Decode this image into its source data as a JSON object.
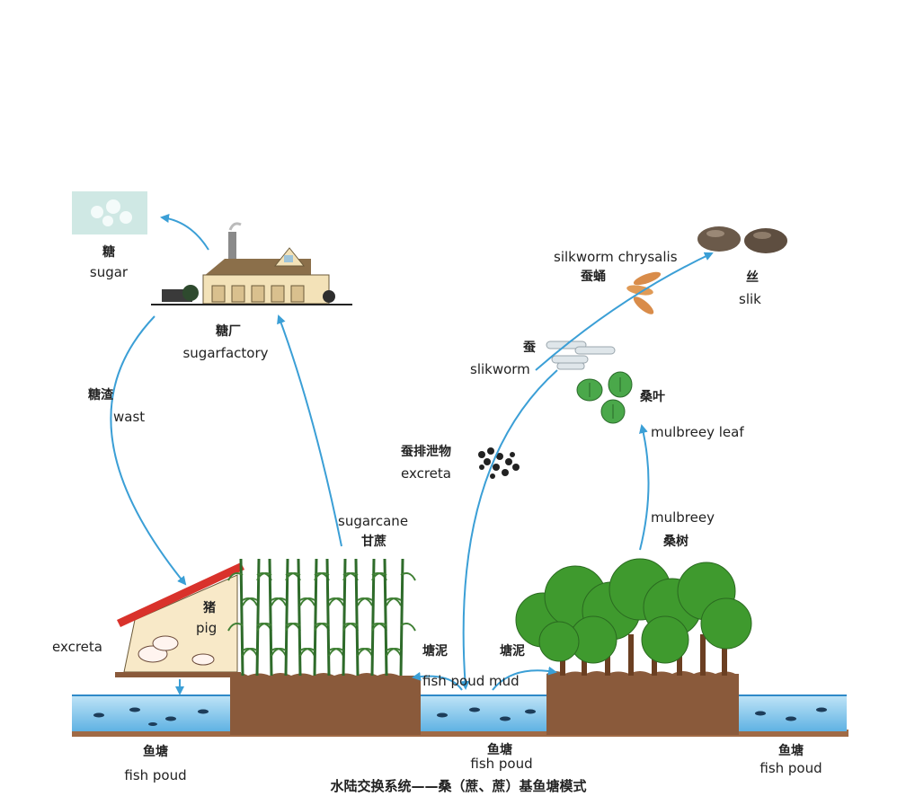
{
  "labels": {
    "sugar_zh": "糖",
    "sugar_en": "sugar",
    "sugarfactory_zh": "糖厂",
    "sugarfactory_en": "sugarfactory",
    "waste_zh": "糖渣",
    "waste_en": "wast",
    "sugarcane_en": "sugarcane",
    "sugarcane_zh": "甘蔗",
    "pig_zh": "猪",
    "pig_en": "pig",
    "excreta_left": "excreta",
    "chrysalis_en": "silkworm chrysalis",
    "chrysalis_zh": "蚕蛹",
    "silk_zh": "丝",
    "silk_en": "slik",
    "silkworm_zh": "蚕",
    "silkworm_en": "slikworm",
    "mulberry_leaf_zh": "桑叶",
    "mulberry_leaf_en": "mulbreey leaf",
    "excreta_zh": "蚕排泄物",
    "excreta_en": "excreta",
    "mulberry_en": "mulbreey",
    "mulberry_zh": "桑树",
    "mud_left_zh": "塘泥",
    "mud_right_zh": "塘泥",
    "mud_en": "fish poud mud",
    "pond_left_zh": "鱼塘",
    "pond_left_en": "fish poud",
    "pond_mid_zh": "鱼塘",
    "pond_mid_en": "fish poud",
    "pond_right_zh": "鱼塘",
    "pond_right_en": "fish poud",
    "caption": "水陆交换系统——桑（蔗、蔗）基鱼塘模式"
  },
  "colors": {
    "arrow": "#3b9fd6",
    "water": "#7fc4ea",
    "soil": "#8a5a3b",
    "roof": "#d9322b",
    "tree": "#3f9a2e",
    "cane": "#2e6b2a"
  }
}
